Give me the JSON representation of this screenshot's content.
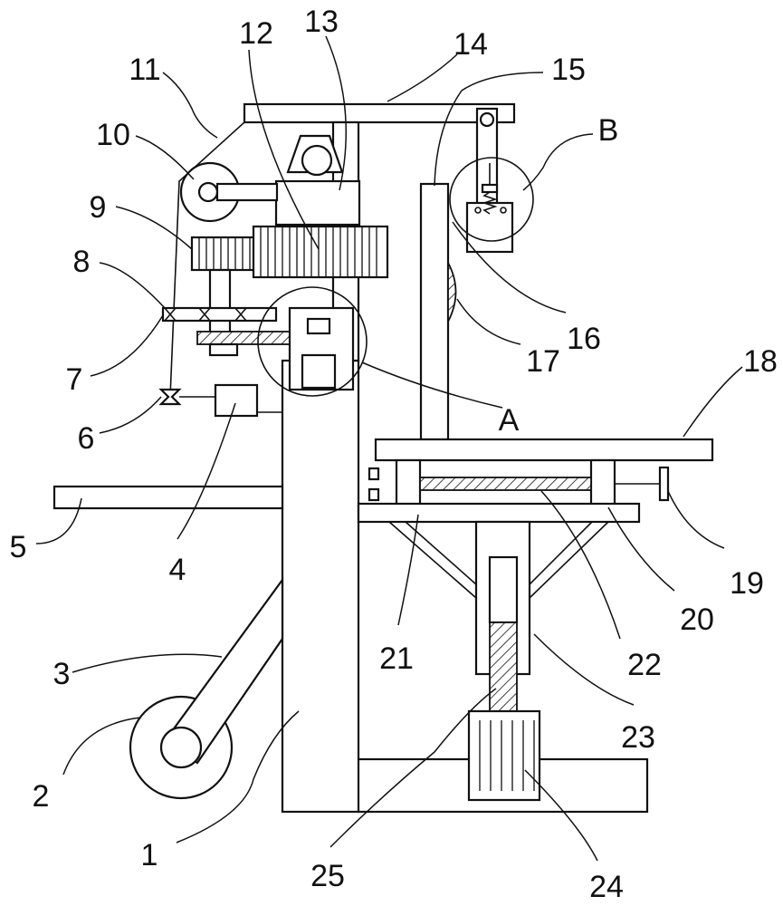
{
  "diagram": {
    "labels": {
      "n1": "1",
      "n2": "2",
      "n3": "3",
      "n4": "4",
      "n5": "5",
      "n6": "6",
      "n7": "7",
      "n8": "8",
      "n9": "9",
      "n10": "10",
      "n11": "11",
      "n12": "12",
      "n13": "13",
      "n14": "14",
      "n15": "15",
      "n16": "16",
      "n17": "17",
      "n18": "18",
      "n19": "19",
      "n20": "20",
      "n21": "21",
      "n22": "22",
      "n23": "23",
      "n24": "24",
      "n25": "25",
      "detail_a": "A",
      "detail_b": "B"
    }
  }
}
